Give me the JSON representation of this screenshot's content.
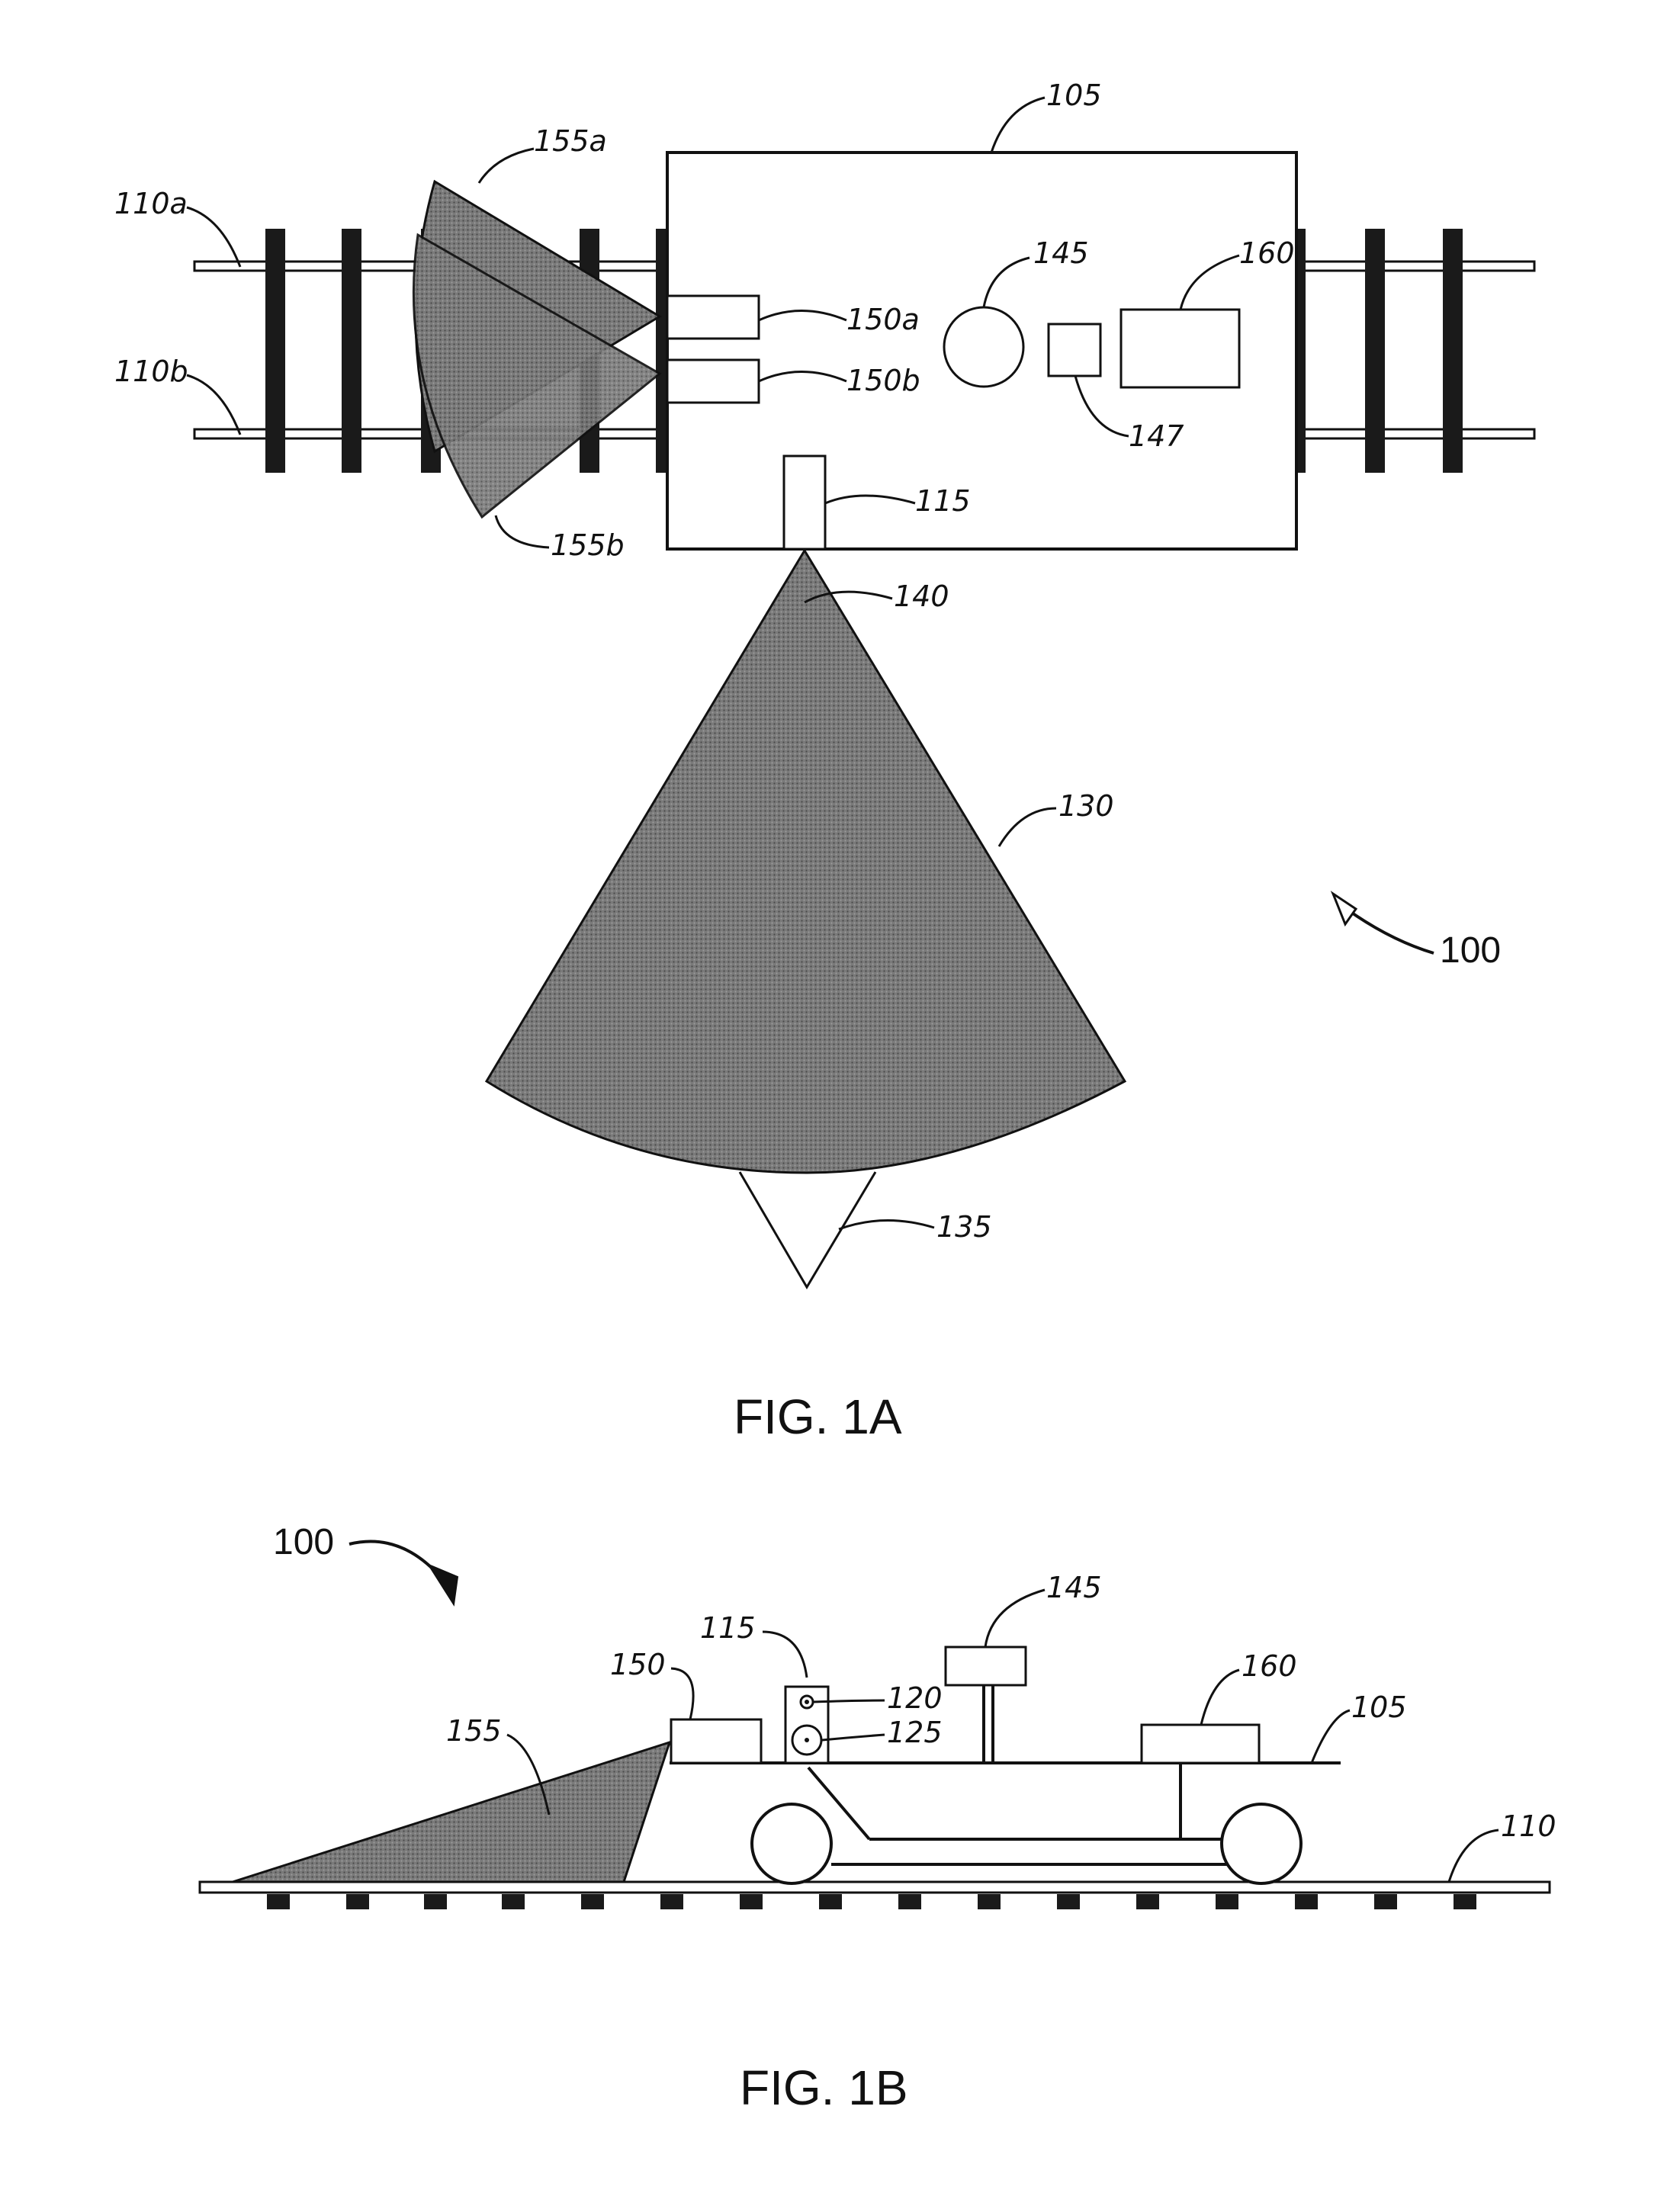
{
  "figures": {
    "fig1a": {
      "caption": "FIG. 1A",
      "labels": {
        "vehicle": "105",
        "rail_a": "110a",
        "rail_b": "110b",
        "beam_a": "155a",
        "beam_b": "155b",
        "sensor_a": "150a",
        "sensor_b": "150b",
        "unit_145": "145",
        "unit_147": "147",
        "unit_160": "160",
        "emitter": "115",
        "origin": "140",
        "cone": "130",
        "tip": "135",
        "system": "100"
      }
    },
    "fig1b": {
      "caption": "FIG. 1B",
      "labels": {
        "system": "100",
        "emitter": "115",
        "unit_145": "145",
        "sensor": "150",
        "part_120": "120",
        "part_125": "125",
        "unit_160": "160",
        "vehicle": "105",
        "beam": "155",
        "rail": "110"
      }
    }
  },
  "colors": {
    "line": "#111111",
    "hatch": "#6f6f6f",
    "tie": "#1a1a1a"
  }
}
